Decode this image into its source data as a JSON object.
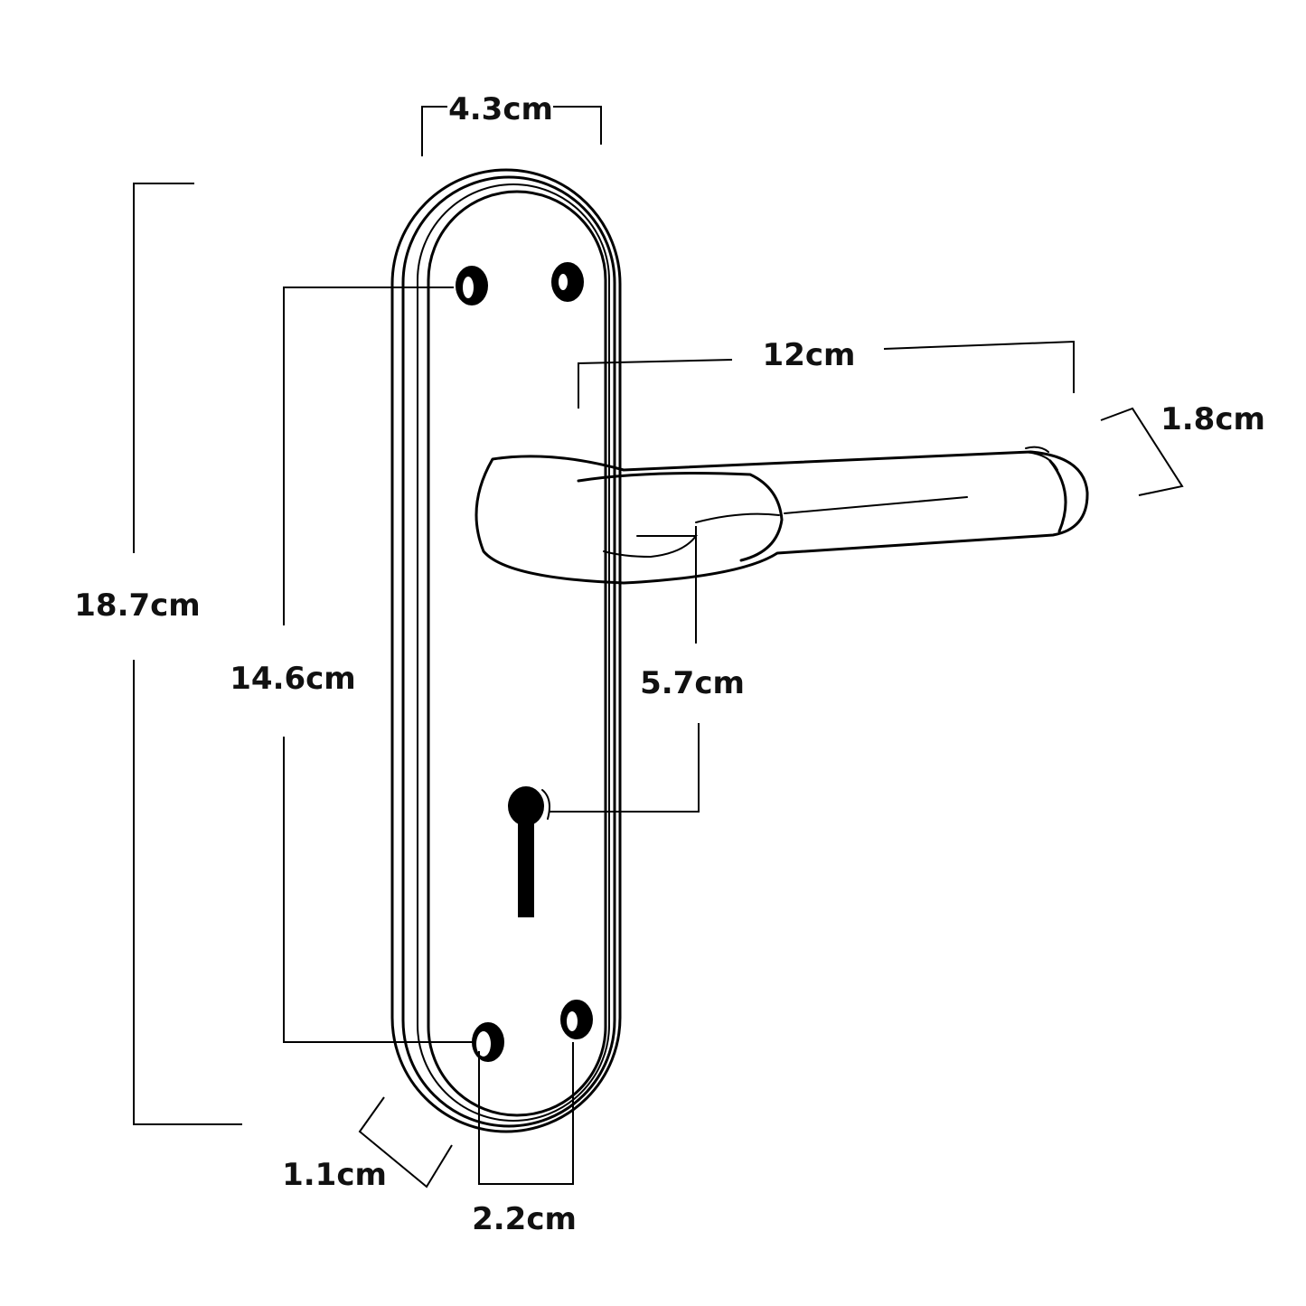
{
  "dimensions": {
    "plate_width": "4.3cm",
    "plate_height": "18.7cm",
    "screw_spacing_vertical": "14.6cm",
    "lever_length": "12cm",
    "lever_thickness": "1.8cm",
    "lever_to_keyhole": "5.7cm",
    "edge_offset": "1.1cm",
    "screw_spacing_horizontal": "2.2cm"
  },
  "colors": {
    "line": "#000000",
    "background": "#ffffff"
  }
}
